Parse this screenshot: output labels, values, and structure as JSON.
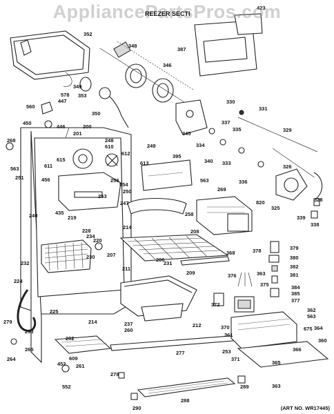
{
  "watermark": "AppliancePartsPros.com",
  "section_title": "REEZER SECTI",
  "art_no": "(ART NO. WR17445)",
  "labels": [
    "423",
    "352",
    "348",
    "387",
    "346",
    "349",
    "353",
    "578",
    "447",
    "560",
    "350",
    "330",
    "331",
    "450",
    "446",
    "200",
    "201",
    "248",
    "329",
    "345",
    "337",
    "335",
    "249",
    "268",
    "610",
    "612",
    "395",
    "334",
    "340",
    "333",
    "336",
    "563",
    "611",
    "615",
    "613",
    "554",
    "250",
    "326",
    "256",
    "563",
    "269",
    "251",
    "456",
    "253",
    "247",
    "820",
    "338",
    "219",
    "435",
    "325",
    "328",
    "339",
    "240",
    "258",
    "214",
    "228",
    "234",
    "220",
    "208",
    "207",
    "380",
    "230",
    "206",
    "231",
    "368",
    "379",
    "378",
    "382",
    "232",
    "224",
    "381",
    "211",
    "209",
    "376",
    "363",
    "384",
    "385",
    "377",
    "372",
    "362",
    "225",
    "237",
    "212",
    "375",
    "563",
    "279",
    "214",
    "370",
    "364",
    "293",
    "202",
    "260",
    "361",
    "675",
    "264",
    "265",
    "609",
    "452",
    "261",
    "277",
    "253",
    "371",
    "360",
    "366",
    "365",
    "552",
    "278",
    "289",
    "363",
    "288",
    "290"
  ]
}
